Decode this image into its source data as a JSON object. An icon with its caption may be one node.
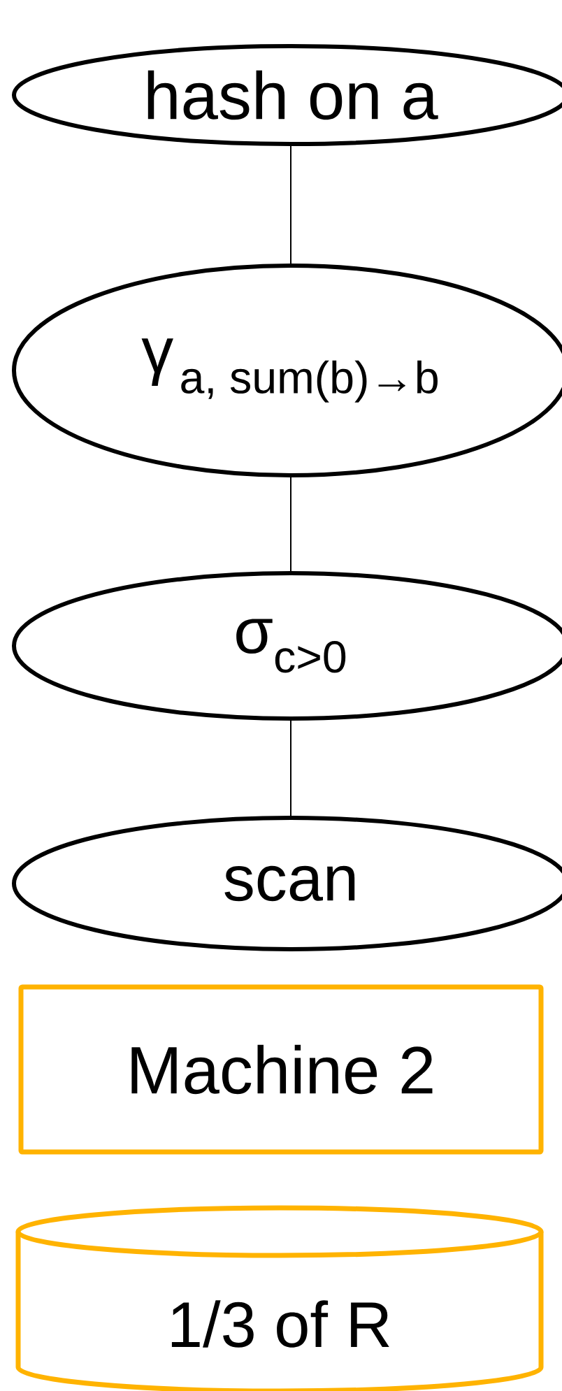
{
  "diagram": {
    "nodes": [
      {
        "text": [
          "hash on a"
        ]
      },
      {
        "text": [
          "\\text{γ}\\,_{\\text{a, sum(b)→b}}"
        ]
      },
      {
        "text": [
          "σ$_{c>0}$"
        ]
      },
      {
        "text": [
          "scan"
        ]
      },
      {
        "text": [
          "Machine 2"
        ]
      },
      {
        "text": [
          "1/3 of R"
        ]
      }
    ],
    "edges": [
      {
        "from": 0,
        "to": 1,
        "arrow": "none"
      },
      {
        "from": 1,
        "to": 2,
        "arrow": "none"
      },
      {
        "from": 2,
        "to": 3,
        "arrow": "none"
      }
    ]
  }
}
